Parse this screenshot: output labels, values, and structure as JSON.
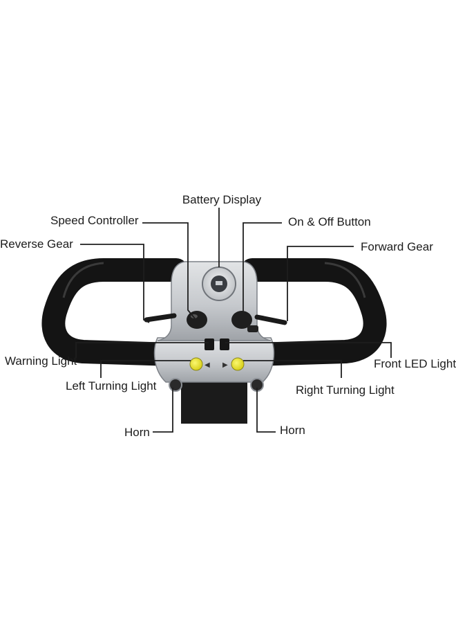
{
  "labels": {
    "battery_display": "Battery Display",
    "speed_controller": "Speed Controller",
    "on_off_button": "On & Off Button",
    "reverse_gear": "Reverse Gear",
    "forward_gear": "Forward Gear",
    "warning_light": "Warning Light",
    "front_led_light": "Front LED Light",
    "left_turning_light": "Left Turning Light",
    "right_turning_light": "Right Turning Light",
    "horn_left": "Horn",
    "horn_right": "Horn"
  },
  "colors": {
    "grip": "#141414",
    "panel": "#c9ccd0",
    "panel_dark": "#8c9096",
    "button_yellow": "#e6e21c",
    "stem": "#1b1b1b"
  }
}
